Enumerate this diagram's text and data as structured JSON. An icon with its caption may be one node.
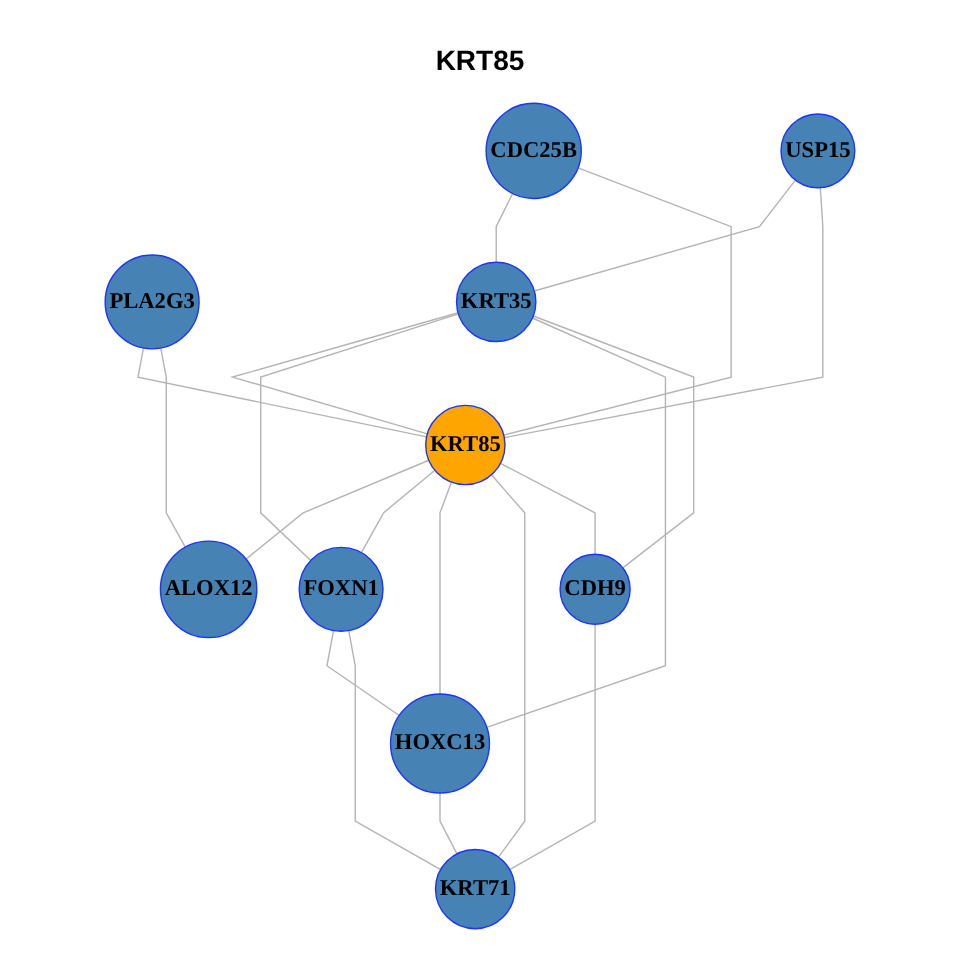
{
  "diagram": {
    "title": "KRT85",
    "nodes": [
      {
        "text": [
          "CDC25B"
        ]
      },
      {
        "text": [
          "USP15"
        ]
      },
      {
        "text": [
          "PLA2G3"
        ]
      },
      {
        "text": [
          "KRT35"
        ]
      },
      {
        "text": [
          "KRT85"
        ]
      },
      {
        "text": [
          "ALOX12"
        ]
      },
      {
        "text": [
          "FOXN1"
        ]
      },
      {
        "text": [
          "HOXC13"
        ]
      },
      {
        "text": [
          "CDH9"
        ]
      },
      {
        "text": [
          "KRT71"
        ]
      }
    ],
    "edges": [
      {
        "from": 0,
        "to": 3,
        "arrow": "none"
      },
      {
        "from": 0,
        "to": 4,
        "arrow": "none"
      },
      {
        "from": 1,
        "to": 3,
        "arrow": "none"
      },
      {
        "from": 1,
        "to": 4,
        "arrow": "none"
      },
      {
        "from": 2,
        "to": 4,
        "arrow": "none"
      },
      {
        "from": 2,
        "to": 5,
        "arrow": "none"
      },
      {
        "from": 3,
        "to": 4,
        "arrow": "none"
      },
      {
        "from": 4,
        "to": 5,
        "arrow": "none"
      },
      {
        "from": 3,
        "to": 6,
        "arrow": "none"
      },
      {
        "from": 3,
        "to": 7,
        "arrow": "none"
      },
      {
        "from": 3,
        "to": 8,
        "arrow": "none"
      },
      {
        "from": 4,
        "to": 6,
        "arrow": "none"
      },
      {
        "from": 4,
        "to": 7,
        "arrow": "none"
      },
      {
        "from": 4,
        "to": 9,
        "arrow": "none"
      },
      {
        "from": 4,
        "to": 8,
        "arrow": "none"
      },
      {
        "from": 6,
        "to": 7,
        "arrow": "none"
      },
      {
        "from": 6,
        "to": 9,
        "arrow": "none"
      },
      {
        "from": 7,
        "to": 9,
        "arrow": "none"
      },
      {
        "from": 8,
        "to": 9,
        "arrow": "none"
      }
    ]
  }
}
